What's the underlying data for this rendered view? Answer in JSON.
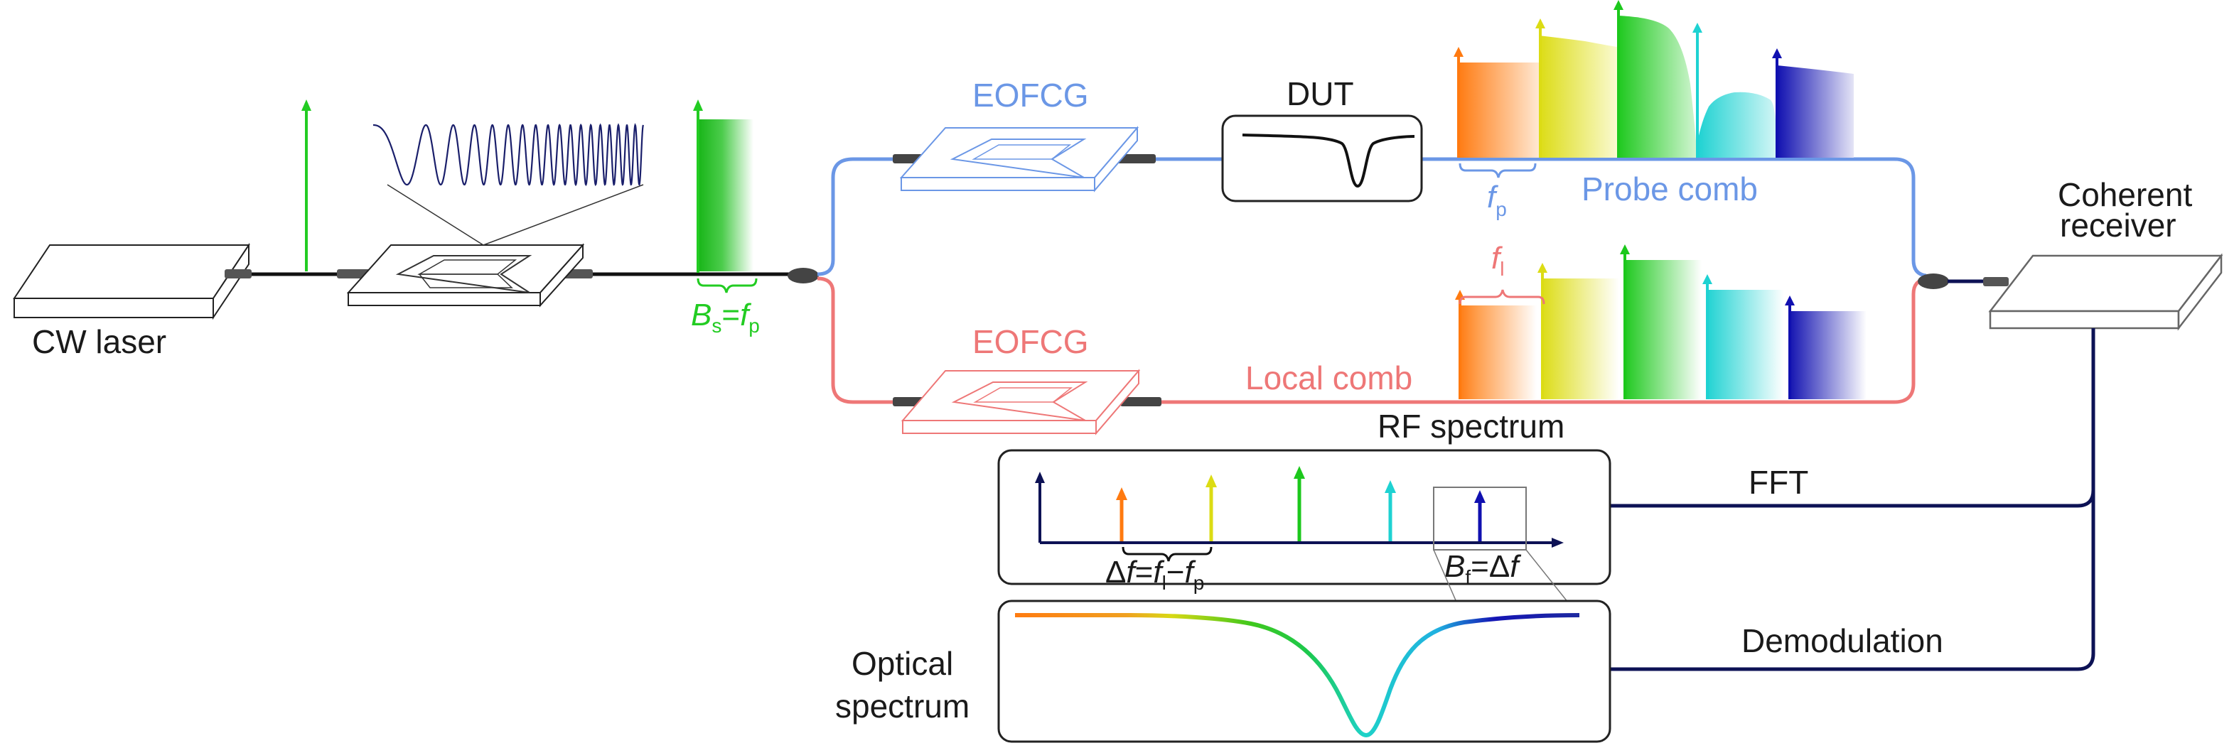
{
  "labels": {
    "cw_laser": "CW laser",
    "eofcg_probe": "EOFCG",
    "eofcg_local": "EOFCG",
    "dut": "DUT",
    "probe_comb": "Probe comb",
    "local_comb": "Local comb",
    "coherent_receiver_line1": "Coherent",
    "coherent_receiver_line2": "receiver",
    "rf_spectrum": "RF spectrum",
    "fft": "FFT",
    "demodulation": "Demodulation",
    "optical_spectrum_line1": "Optical",
    "optical_spectrum_line2": "spectrum"
  },
  "math": {
    "bs_B": "B",
    "bs_sub": "s",
    "bs_eq": "=",
    "bs_f": "f",
    "bs_fsub": "p",
    "fp_f": "f",
    "fp_sub": "p",
    "fl_f": "f",
    "fl_sub": "l",
    "df_delta": "Δ",
    "df_f": "f",
    "df_eq": "=",
    "df_f1": "f",
    "df_sub1": "l",
    "df_minus": "−",
    "df_f2": "f",
    "df_sub2": "p",
    "bf_B": "B",
    "bf_sub": "f",
    "bf_eq": "=Δ",
    "bf_f": "f"
  },
  "colors": {
    "probe": "#6b97e6",
    "local": "#ee7777",
    "dark_navy": "#0d1255",
    "fiber": "#111111",
    "seed": "#22cc22",
    "comb": [
      "#ff7f1e",
      "#dddd10",
      "#1ccc1c",
      "#1fd4d4",
      "#1414b4"
    ]
  }
}
